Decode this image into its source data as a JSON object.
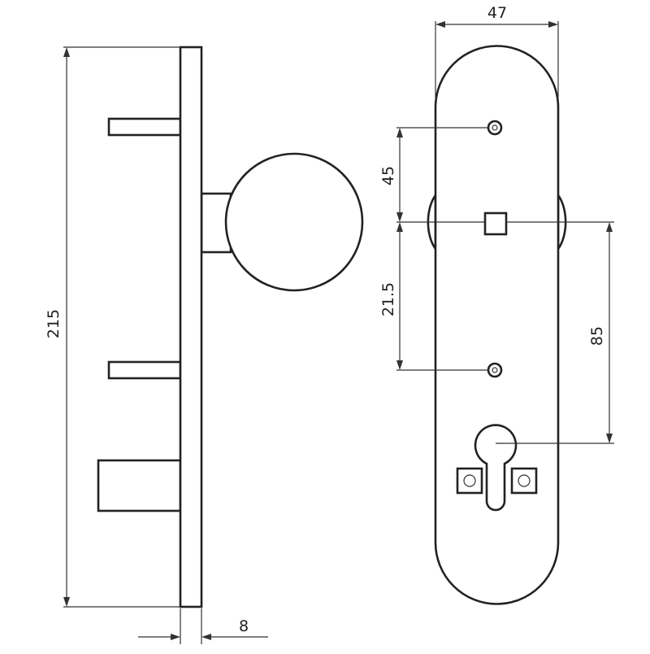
{
  "drawing": {
    "subject": "door handle plate with knob",
    "line_color": "#222222",
    "background": "#ffffff"
  },
  "dimensions": {
    "plate_height": "215",
    "plate_thickness": "8",
    "plate_width": "47",
    "screw_to_spindle": "45",
    "spindle_to_screw": "21.5",
    "spindle_to_cylinder": "85"
  }
}
